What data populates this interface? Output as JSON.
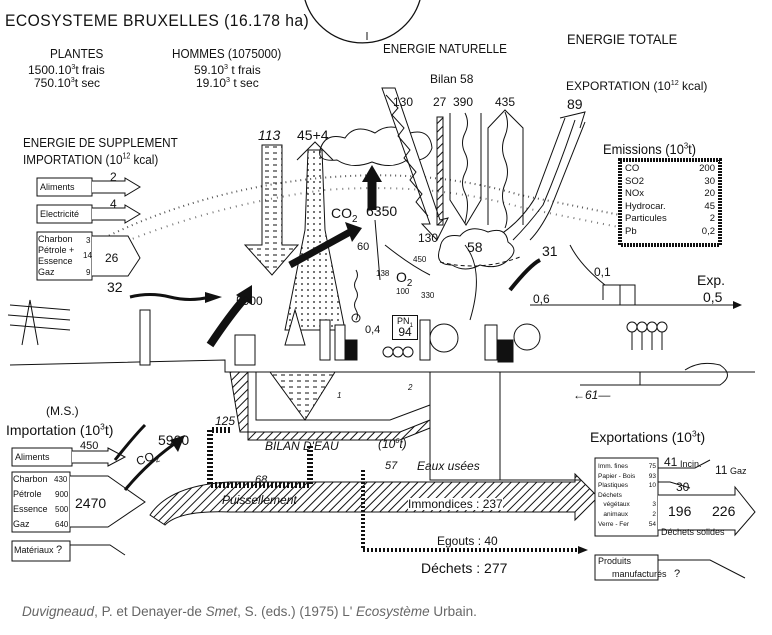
{
  "title": "ECOSYSTEME  BRUXELLES (16.178 ha)",
  "plantes": {
    "heading": "PLANTES",
    "fresh": "1500.10",
    "fresh_unit": "t  frais",
    "dry": "750.10",
    "dry_unit": "t  sec",
    "exp": "3"
  },
  "hommes": {
    "heading": "HOMMES (1075000)",
    "fresh": "59.10",
    "fresh_unit": " t  frais",
    "dry": "19.10",
    "dry_unit": " t  sec",
    "exp": "3"
  },
  "energie_naturelle": {
    "heading": "ENERGIE NATURELLE",
    "bilan": "Bilan  58",
    "values": [
      "130",
      "27",
      "390",
      "435"
    ],
    "cloud_value": "58",
    "arrow_130": "130"
  },
  "energie_totale": {
    "heading": "ENERGIE  TOTALE",
    "export_label": "EXPORTATION (10",
    "export_exp": "12",
    "export_unit": " kcal)",
    "export_value": "89",
    "value_31": "31",
    "value_01": "0,1",
    "value_06": "0,6",
    "exp_label": "Exp.",
    "exp_value": "0,5"
  },
  "supplement": {
    "heading": "ENERGIE  DE  SUPPLEMENT",
    "sub": "IMPORTATION (10",
    "sub_exp": "12",
    "sub_unit": " kcal)",
    "aliments": {
      "label": "Aliments",
      "value": "2"
    },
    "electricite": {
      "label": "Electricité",
      "value": "4"
    },
    "fuels": [
      {
        "label": "Charbon",
        "value": "3"
      },
      {
        "label": "Pétrole +",
        "value": "14"
      },
      {
        "label": "Essence",
        "value": ""
      },
      {
        "label": "Gaz",
        "value": "9"
      }
    ],
    "fuels_total": "26",
    "total": "32"
  },
  "atmosphere": {
    "v113": "113",
    "v45": "45+4",
    "co2_label": "CO",
    "co2_sub": "2",
    "v6350": "6350",
    "v5900": "5900",
    "v60": "60",
    "v138": "138",
    "o2_label": "O",
    "o2_sub": "2",
    "v100": "100",
    "v330": "330",
    "v450": "450",
    "v04": "0,4",
    "pn_label": "PN",
    "pn_sub": "1",
    "pn_value": "94"
  },
  "emissions": {
    "heading": "Emissions (10",
    "heading_exp": "3",
    "heading_unit": "t)",
    "rows": [
      {
        "name": "CO",
        "value": "200"
      },
      {
        "name": "SO2",
        "value": "30"
      },
      {
        "name": "NOx",
        "value": "20"
      },
      {
        "name": "Hydrocar.",
        "value": "45"
      },
      {
        "name": "Particules",
        "value": "2"
      },
      {
        "name": "Pb",
        "value": "0,2"
      }
    ]
  },
  "importation_ms": {
    "ms": "(M.S.)",
    "heading": "Importation (10",
    "heading_exp": "3",
    "heading_unit": "t)",
    "aliments": {
      "label": "Aliments",
      "value": "450"
    },
    "fuels": [
      {
        "label": "Charbon",
        "value": "430"
      },
      {
        "label": "Pétrole",
        "value": "900"
      },
      {
        "label": "Essence",
        "value": "500"
      },
      {
        "label": "Gaz",
        "value": "640"
      }
    ],
    "fuels_total": "2470",
    "materiaux": "Matériaux",
    "materiaux_value": "?",
    "co2_label": "CO",
    "co2_sub": "2",
    "co2_value": "5900"
  },
  "eau": {
    "heading": "BILAN  D'EAU",
    "unit": "(10",
    "unit_exp": "6",
    "unit_end": "t)",
    "v125": "125",
    "v68": "68",
    "v57": "57",
    "eaux_usees": "Eaux usées",
    "puissellement": "Puissellement",
    "v61": "61",
    "v1": "1",
    "v2": "2"
  },
  "dechets": {
    "immondices": "Immondices : 237",
    "egouts": "Egouts :  40",
    "total": "Déchets : 277"
  },
  "exportations": {
    "heading": "Exportations (10",
    "heading_exp": "3",
    "heading_unit": "t)",
    "rows": [
      {
        "name": "Imm. fines",
        "value": "75"
      },
      {
        "name": "Papier - Bois",
        "value": "93"
      },
      {
        "name": "Plastiques",
        "value": "10"
      },
      {
        "name": "Déchets",
        "value": ""
      },
      {
        "name": "   végétaux",
        "value": "3"
      },
      {
        "name": "   animaux",
        "value": "2"
      },
      {
        "name": "Verre - Fer",
        "value": "54"
      }
    ],
    "incin_value": "41",
    "incin_label": "Incin.",
    "gaz_value": "11",
    "gaz_label": "Gaz",
    "v30": "30",
    "v196": "196",
    "v226": "226",
    "solides": "Déchets  solides",
    "produits": "Produits",
    "manufactures": "manufacturés",
    "produits_value": "?"
  },
  "caption": {
    "author1": "Duvigneaud",
    "part1": ", P. et Denayer-de ",
    "author2": "Smet",
    "part2": ", S. (eds.) (1975) L' ",
    "book": "Ecosystème",
    "part3": " Urbain."
  }
}
